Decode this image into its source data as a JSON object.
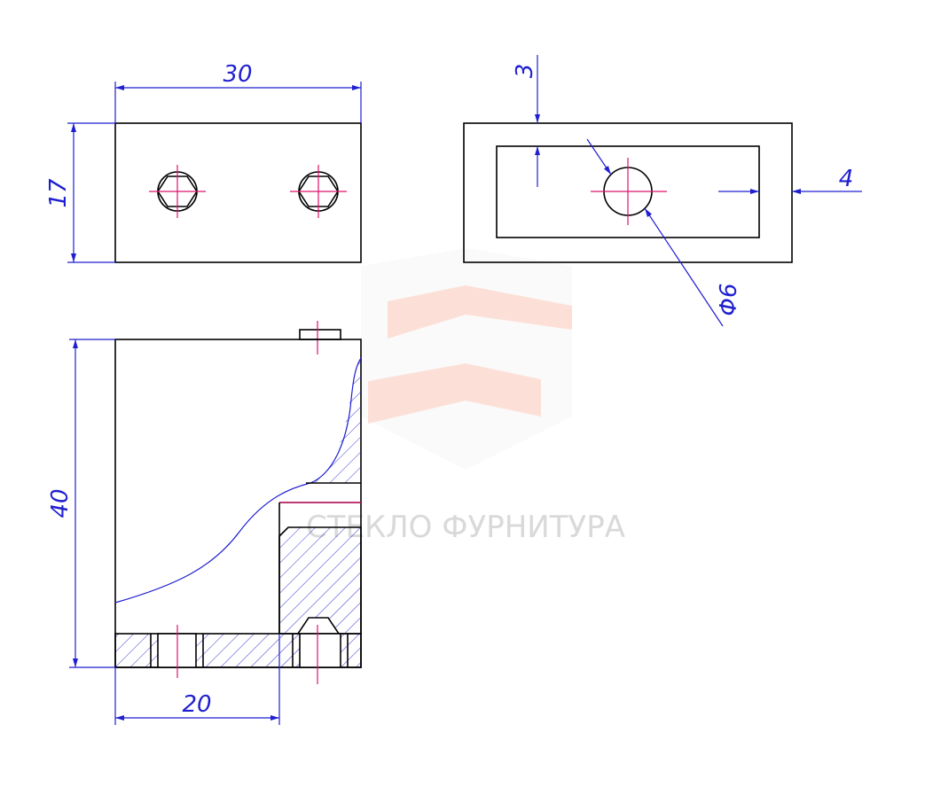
{
  "dimensions": {
    "width_top": "30",
    "height_top": "17",
    "wall_offset": "3",
    "slot_offset": "4",
    "hole_diameter": "Φ6",
    "height_front": "40",
    "base_offset": "20"
  },
  "watermark": {
    "text": "СТЕКЛО ФУРНИТУРА"
  },
  "colors": {
    "outline": "#000000",
    "dimension": "#1f1fd0",
    "centerline": "#e0116b",
    "hatch": "#1f1fd0"
  }
}
